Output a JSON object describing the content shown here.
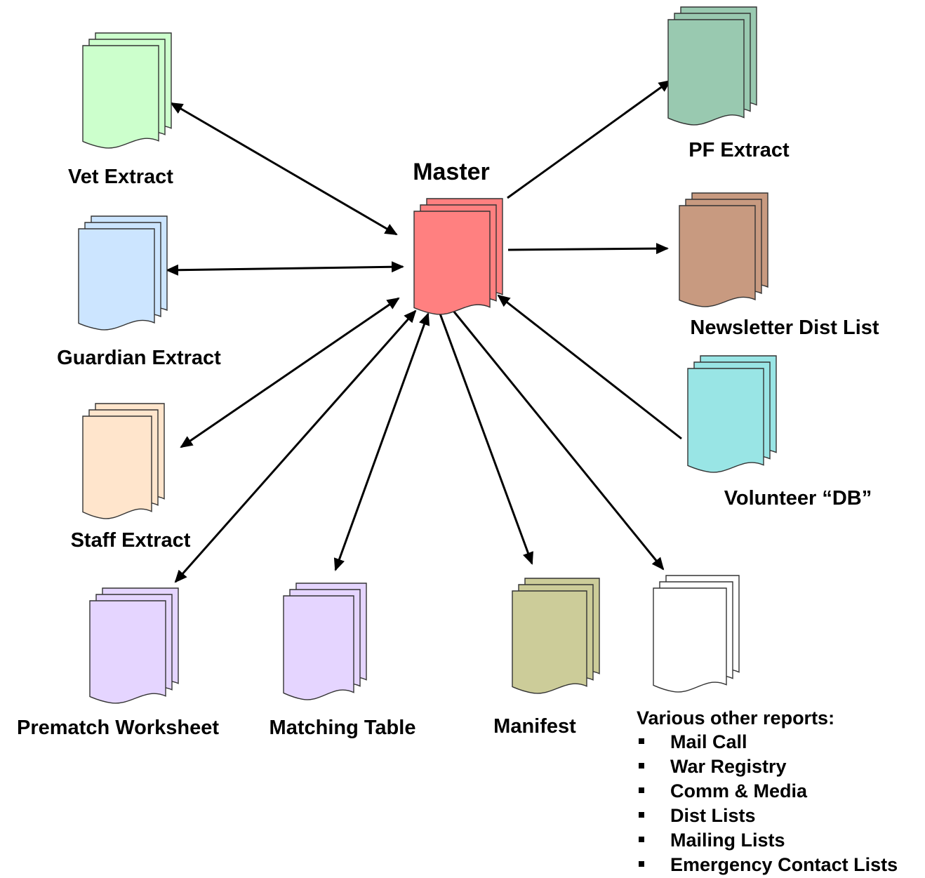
{
  "diagram": {
    "master": {
      "label": "Master",
      "color": "#ff8080"
    },
    "nodes": {
      "vet": {
        "label": "Vet Extract",
        "color": "#ccffcc"
      },
      "guardian": {
        "label": "Guardian Extract",
        "color": "#cce5ff"
      },
      "staff": {
        "label": "Staff Extract",
        "color": "#ffe5cc"
      },
      "prematch": {
        "label": "Prematch Worksheet",
        "color": "#e5d5ff"
      },
      "matching": {
        "label": "Matching Table",
        "color": "#e5d5ff"
      },
      "manifest": {
        "label": "Manifest",
        "color": "#cccc99"
      },
      "other": {
        "label": "Various other reports:",
        "color": "#ffffff"
      },
      "pf": {
        "label": "PF Extract",
        "color": "#99c9b0"
      },
      "newsletter": {
        "label": "Newsletter Dist List",
        "color": "#c89a80"
      },
      "volunteer": {
        "label": "Volunteer “DB”",
        "color": "#99e5e5"
      }
    },
    "connections": [
      {
        "from": "Master",
        "to": "Vet Extract",
        "direction": "both"
      },
      {
        "from": "Master",
        "to": "Guardian Extract",
        "direction": "both"
      },
      {
        "from": "Master",
        "to": "Staff Extract",
        "direction": "both"
      },
      {
        "from": "Master",
        "to": "Prematch Worksheet",
        "direction": "both"
      },
      {
        "from": "Master",
        "to": "Matching Table",
        "direction": "both"
      },
      {
        "from": "Master",
        "to": "Manifest",
        "direction": "forward"
      },
      {
        "from": "Master",
        "to": "Various other reports:",
        "direction": "forward"
      },
      {
        "from": "Master",
        "to": "PF Extract",
        "direction": "forward"
      },
      {
        "from": "Master",
        "to": "Newsletter Dist List",
        "direction": "forward"
      },
      {
        "from": "Volunteer “DB”",
        "to": "Master",
        "direction": "forward"
      }
    ],
    "other_reports": [
      "Mail Call",
      "War Registry",
      "Comm & Media",
      "Dist Lists",
      "Mailing Lists",
      "Emergency Contact Lists"
    ]
  }
}
